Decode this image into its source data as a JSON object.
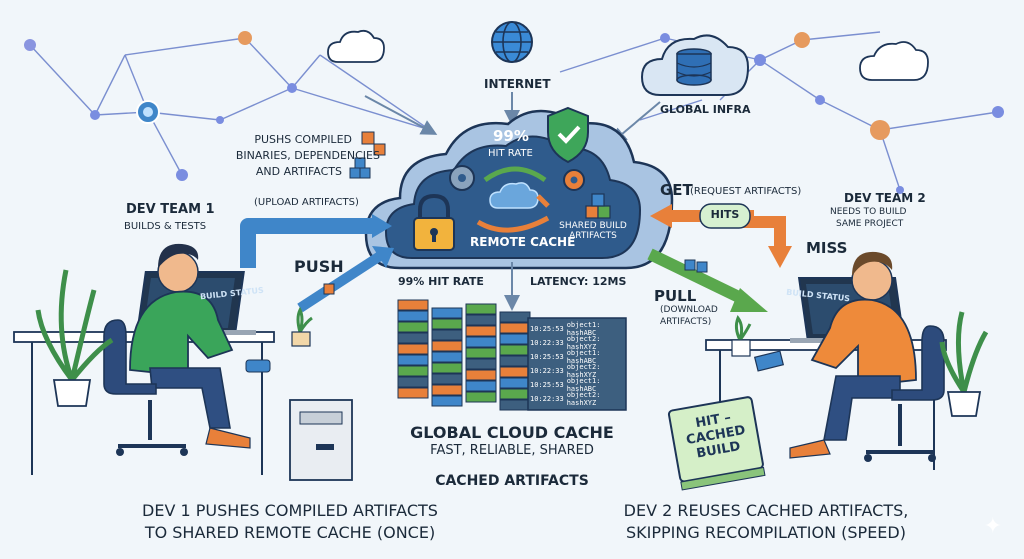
{
  "labels": {
    "internet": "INTERNET",
    "global_infra": "GLOBAL INFRA",
    "cloud_hit_rate_pct": "99%",
    "cloud_hit_rate_word": "HIT RATE",
    "remote_cache": "REMOTE CACHE",
    "shared_build_artifacts": "SHARED BUILD ARTIFACTS",
    "pushes_compiled": "PUSHS COMPILED",
    "binaries_deps": "BINARIES, DEPENDENCIES",
    "and_artifacts": "AND ARTIFACTS",
    "dev_team_1": "DEV TEAM 1",
    "builds_tests": "BUILDS & TESTS",
    "upload_artifacts": "(UPLOAD ARTIFACTS)",
    "push": "PUSH",
    "get": "GET",
    "get_request": "(REQUEST ARTIFACTS)",
    "hits": "HITS",
    "dev_team_2": "DEV TEAM 2",
    "needs_to_build": "NEEDS TO BUILD",
    "same_project": "SAME PROJECT",
    "miss": "MISS",
    "hit_rate_bottom": "99% HIT RATE",
    "latency": "LATENCY: 12ms",
    "pull": "PULL",
    "download": "(DOWNLOAD",
    "artifacts_close": "ARTIFACTS)",
    "build_status": "BUILD STATUS",
    "global_cloud_cache": "GLOBAL CLOUD CACHE",
    "fast_reliable_shared": "FAST, RELIABLE, SHARED",
    "cached_artifacts": "CACHED ARTIFACTS",
    "hit_cached_build_1": "HIT –",
    "hit_cached_build_2": "CACHED",
    "hit_cached_build_3": "BUILD",
    "bottom_left_1": "DEV 1 PUSHES COMPILED ARTIFACTS",
    "bottom_left_2": "TO SHARED REMOTE CACHE (ONCE)",
    "bottom_right_1": "DEV 2 REUSES CACHED ARTIFACTS,",
    "bottom_right_2": "SKIPPING RECOMPILATION (SPEED)"
  },
  "cache_log": [
    {
      "time": "10:25:53",
      "entry": "object1: hashABC"
    },
    {
      "time": "10:22:33",
      "entry": "object2: hashXYZ"
    },
    {
      "time": "10:25:53",
      "entry": "object1: hashABC"
    },
    {
      "time": "10:22:33",
      "entry": "object2: hashXYZ"
    },
    {
      "time": "10:25:53",
      "entry": "object1: hashABC"
    },
    {
      "time": "10:22:33",
      "entry": "object2: hashXYZ"
    }
  ],
  "colors": {
    "navy": "#1d3557",
    "cloud_fill": "#7fa6cf",
    "cloud_inner": "#2f5b8c",
    "push_arrow": "#3f7fc4",
    "get_arrow": "#e8803a",
    "pull_arrow": "#5aa84d",
    "dev1_shirt": "#3aa55a",
    "dev2_shirt": "#ee8a3a"
  }
}
